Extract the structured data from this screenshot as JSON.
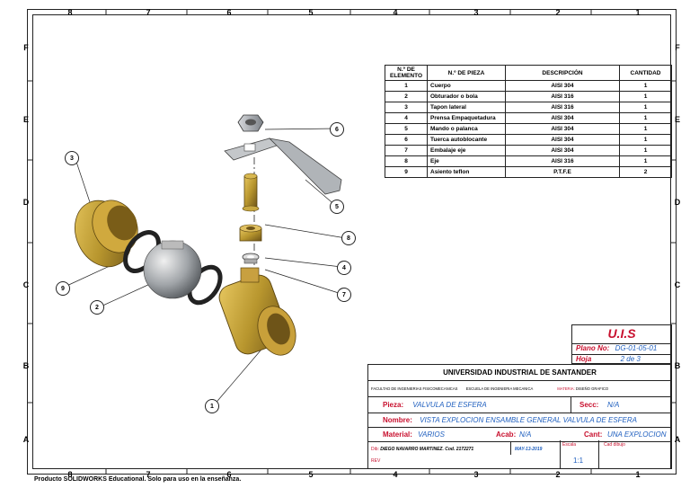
{
  "zones": {
    "top": [
      "8",
      "7",
      "6",
      "5",
      "4",
      "3",
      "2",
      "1"
    ],
    "bottom": [
      "8",
      "7",
      "6",
      "5",
      "4",
      "3",
      "2",
      "1"
    ],
    "left": [
      "F",
      "E",
      "D",
      "C",
      "B",
      "A"
    ],
    "right": [
      "F",
      "E",
      "D",
      "C",
      "B",
      "A"
    ]
  },
  "bom": {
    "headers": [
      "N.º DE ELEMENTO",
      "N.º DE PIEZA",
      "DESCRIPCIÓN",
      "CANTIDAD"
    ],
    "rows": [
      [
        "1",
        "Cuerpo",
        "AISI 304",
        "1"
      ],
      [
        "2",
        "Obturador o bola",
        "AISI 316",
        "1"
      ],
      [
        "3",
        "Tapon lateral",
        "AISI 316",
        "1"
      ],
      [
        "4",
        "Prensa Empaquetadura",
        "AISI 304",
        "1"
      ],
      [
        "5",
        "Mando o palanca",
        "AISI 304",
        "1"
      ],
      [
        "6",
        "Tuerca autoblocante",
        "AISI 304",
        "1"
      ],
      [
        "7",
        "Embalaje eje",
        "AISI 304",
        "1"
      ],
      [
        "8",
        "Eje",
        "AISI 316",
        "1"
      ],
      [
        "9",
        "Asiento teflon",
        "P.T.F.E",
        "2"
      ]
    ]
  },
  "callouts": [
    "6",
    "5",
    "3",
    "8",
    "4",
    "7",
    "9",
    "2",
    "1"
  ],
  "title_block": {
    "uis": "U.I.S",
    "plano_label": "Plano No:",
    "plano_value": "DG-01-05-01",
    "hoja_label": "Hoja",
    "hoja_value": "2 de 3",
    "university": "UNIVERSIDAD INDUSTRIAL DE SANTANDER",
    "faculty": "FACULTAD DE INGENIERIAS FISICOMECANICAS",
    "school": "ESCUELA DE INGENIERIA MECANICA",
    "materia_label": "MATERIA:",
    "materia_value": "DISEÑO GRAFICO",
    "pieza_label": "Pieza:",
    "pieza_value": "VALVULA DE ESFERA",
    "secc_label": "Secc:",
    "secc_value": "N/A",
    "nombre_label": "Nombre:",
    "nombre_value": "VISTA EXPLOCION ENSAMBLE GENERAL VALVULA DE ESFERA",
    "material_label": "Material:",
    "material_value": "VARIOS",
    "acab_label": "Acab:",
    "acab_value": "N/A",
    "cant_label": "Cant:",
    "cant_value": "UNA EXPLOCION",
    "dib_label": "Dib:",
    "dib_value": "DIEGO NAVARRO MARTINEZ. Cod. 2172271",
    "date": "MAY-13-2019",
    "escala_label": "Escala",
    "escala_value": "1:1",
    "cad_label": "Cad dibujo",
    "rev_label": "REV"
  },
  "footer": "Producto SOLIDWORKS Educational. Solo para uso en la enseñanza.",
  "colors": {
    "brass": "#b8962e",
    "steel": "#9aa0a6",
    "accent_red": "#c8102e",
    "accent_blue": "#1f5fbf"
  }
}
